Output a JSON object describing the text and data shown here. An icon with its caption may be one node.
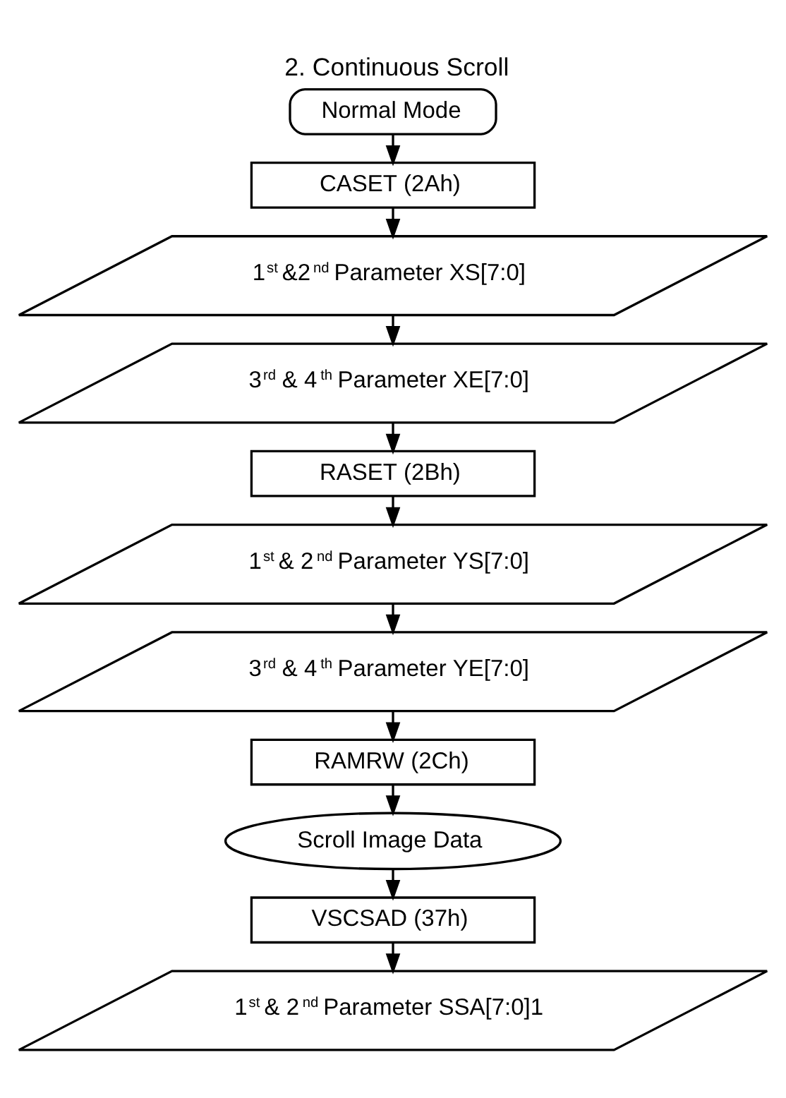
{
  "diagram": {
    "title": "2. Continuous Scroll",
    "nodes": [
      {
        "text": [
          "Normal Mode"
        ]
      },
      {
        "text": [
          "CASET (2Ah)"
        ]
      },
      {
        "text": [
          "1$^{st}$ &2$^{nd}$ Parameter XS[7:0]"
        ]
      },
      {
        "text": [
          "3$^{rd}$ & 4$^{th}$ Parameter XE[7:0]"
        ]
      },
      {
        "text": [
          "RASET (2Bh)"
        ]
      },
      {
        "text": [
          "1$^{st}$ & 2$^{nd}$ Parameter YS[7:0]"
        ]
      },
      {
        "text": [
          "3$^{rd}$ & 4$^{th}$ Parameter YE[7:0]"
        ]
      },
      {
        "text": [
          "RAMRW (2Ch)"
        ]
      },
      {
        "text": [
          "Scroll Image Data"
        ]
      },
      {
        "text": [
          "VSCSAD (37h)"
        ]
      },
      {
        "text": [
          "1$^{st}$ & 2$^{nd}$ Parameter SSA[7:0]1"
        ]
      }
    ],
    "edges": [
      {
        "from": 0,
        "to": 1,
        "arrow": "to"
      },
      {
        "from": 1,
        "to": 2,
        "arrow": "to"
      },
      {
        "from": 2,
        "to": 3,
        "arrow": "to"
      },
      {
        "from": 3,
        "to": 4,
        "arrow": "to"
      },
      {
        "from": 4,
        "to": 5,
        "arrow": "to"
      },
      {
        "from": 5,
        "to": 6,
        "arrow": "to"
      },
      {
        "from": 6,
        "to": 7,
        "arrow": "to"
      },
      {
        "from": 7,
        "to": 8,
        "arrow": "to"
      },
      {
        "from": 8,
        "to": 9,
        "arrow": "to"
      },
      {
        "from": 9,
        "to": 10,
        "arrow": "to"
      }
    ]
  }
}
